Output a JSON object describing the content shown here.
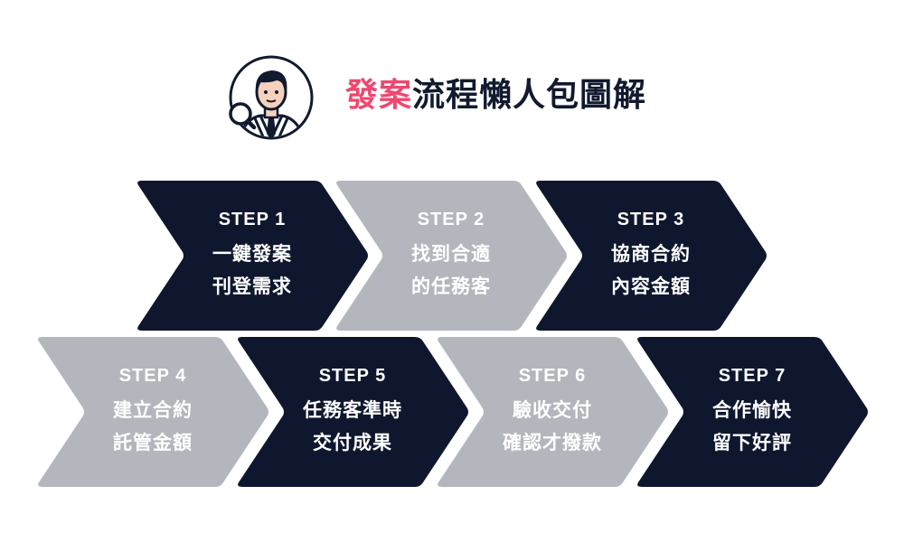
{
  "title": {
    "accent": "發案",
    "rest": "流程懶人包圖解"
  },
  "colors": {
    "dark": "#0f172e",
    "light": "#b3b7bd",
    "accent": "#ef476f"
  },
  "steps": [
    {
      "step": "STEP 1",
      "line1": "一鍵發案",
      "line2": "刊登需求",
      "tone": "dark"
    },
    {
      "step": "STEP 2",
      "line1": "找到合適",
      "line2": "的任務客",
      "tone": "light"
    },
    {
      "step": "STEP 3",
      "line1": "協商合約",
      "line2": "內容金額",
      "tone": "dark"
    },
    {
      "step": "STEP 4",
      "line1": "建立合約",
      "line2": "託管金額",
      "tone": "light"
    },
    {
      "step": "STEP 5",
      "line1": "任務客準時",
      "line2": "交付成果",
      "tone": "dark"
    },
    {
      "step": "STEP 6",
      "line1": "驗收交付",
      "line2": "確認才撥款",
      "tone": "light"
    },
    {
      "step": "STEP 7",
      "line1": "合作愉快",
      "line2": "留下好評",
      "tone": "dark"
    }
  ]
}
